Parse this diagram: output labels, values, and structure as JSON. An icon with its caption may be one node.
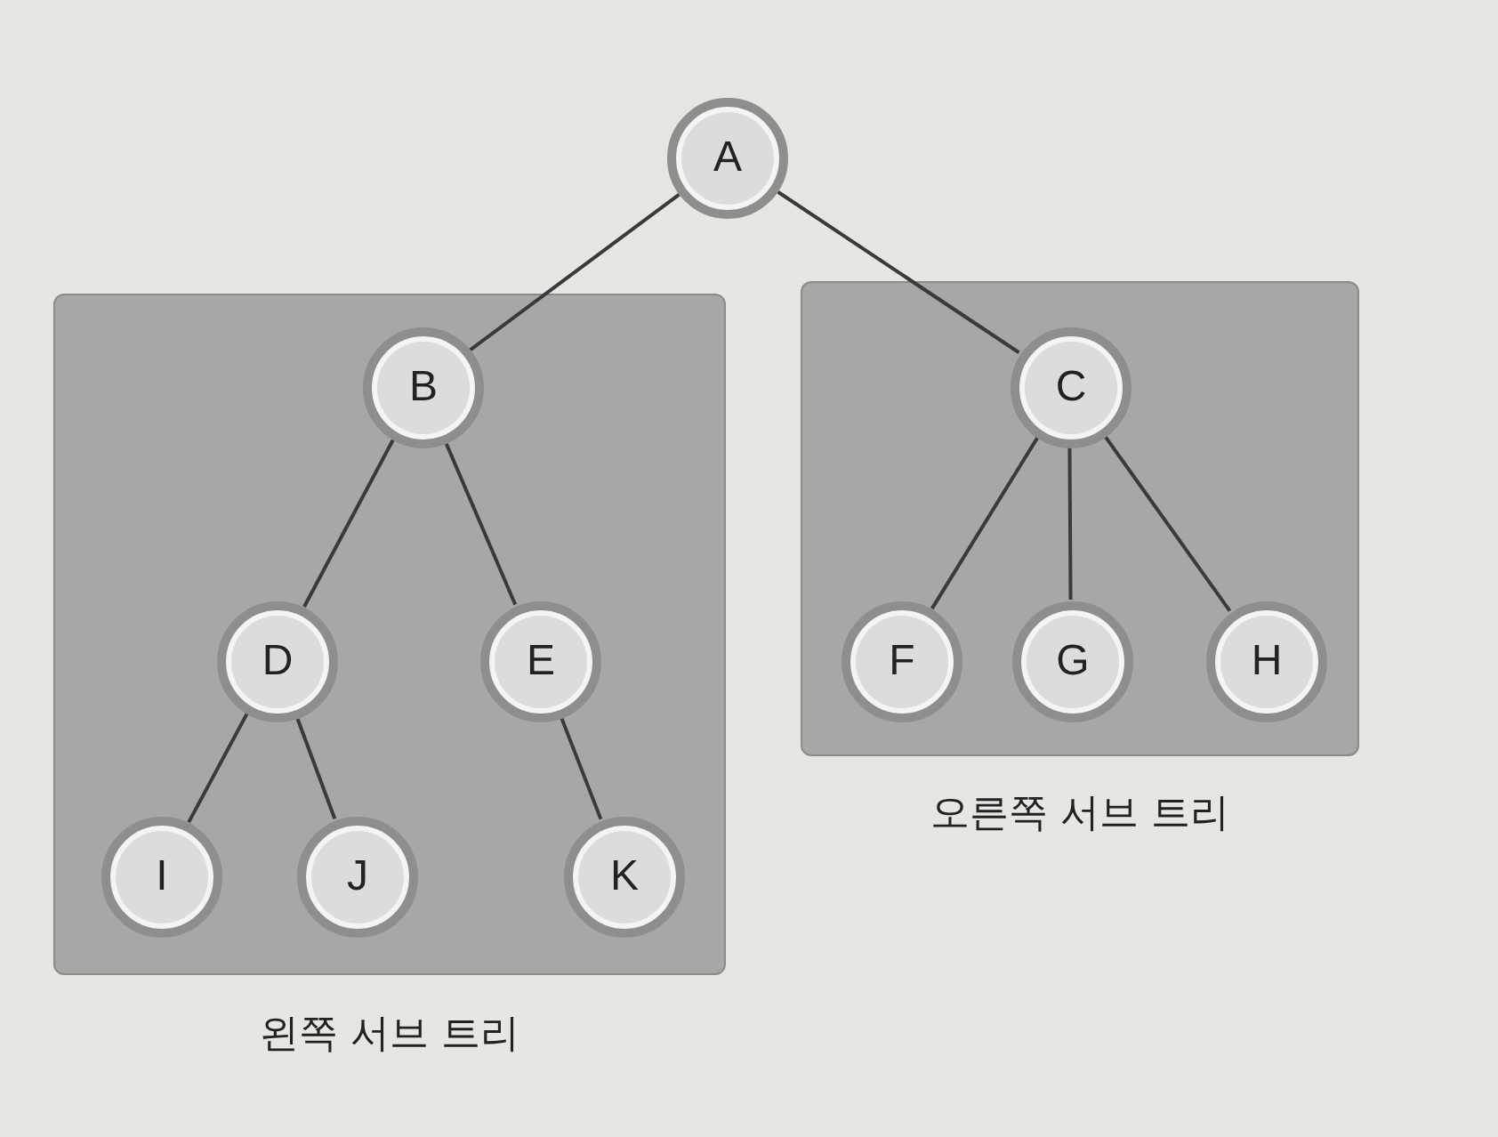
{
  "diagram": {
    "nodes": [
      {
        "text": [
          "A"
        ]
      },
      {
        "text": [
          "왼쪽 서브 트리"
        ]
      },
      {
        "text": [
          "B"
        ],
        "in": 1
      },
      {
        "text": [
          "D"
        ],
        "in": 1
      },
      {
        "text": [
          "E"
        ],
        "in": 1
      },
      {
        "text": [
          "I"
        ],
        "in": 1
      },
      {
        "text": [
          "J"
        ],
        "in": 1
      },
      {
        "text": [
          "K"
        ],
        "in": 1
      },
      {
        "text": [
          "오른쪽 서브 트리"
        ]
      },
      {
        "text": [
          "C"
        ],
        "in": 8
      },
      {
        "text": [
          "F"
        ],
        "in": 8
      },
      {
        "text": [
          "G"
        ],
        "in": 8
      },
      {
        "text": [
          "H"
        ],
        "in": 8
      }
    ],
    "edges": [
      {
        "from": 0,
        "to": 2,
        "arrow": "none"
      },
      {
        "from": 0,
        "to": 9,
        "arrow": "none"
      },
      {
        "from": 2,
        "to": 3,
        "arrow": "none"
      },
      {
        "from": 2,
        "to": 4,
        "arrow": "none"
      },
      {
        "from": 3,
        "to": 5,
        "arrow": "none"
      },
      {
        "from": 3,
        "to": 6,
        "arrow": "none"
      },
      {
        "from": 4,
        "to": 7,
        "arrow": "none"
      },
      {
        "from": 9,
        "to": 10,
        "arrow": "none"
      },
      {
        "from": 9,
        "to": 11,
        "arrow": "none"
      },
      {
        "from": 9,
        "to": 12,
        "arrow": "none"
      }
    ]
  }
}
